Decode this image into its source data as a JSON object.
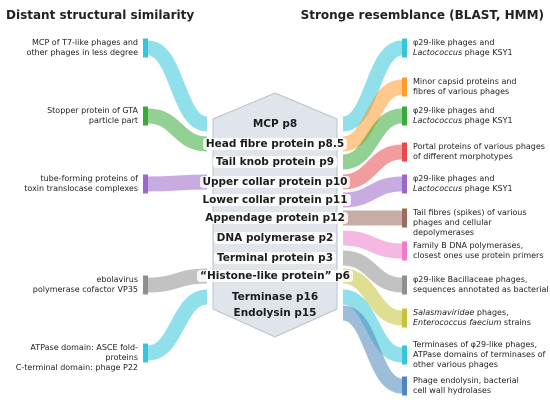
{
  "headers": {
    "left": "Distant structural similarity",
    "right": "Stronge resemblance (BLAST, HMM)"
  },
  "center_proteins": [
    {
      "label": "MCP p8",
      "highlight": false
    },
    {
      "label": "Head fibre protein p8.5",
      "highlight": true
    },
    {
      "label": "Tail knob protein p9",
      "highlight": true
    },
    {
      "label": "Upper collar protein p10",
      "highlight": true
    },
    {
      "label": "Lower collar protein p11",
      "highlight": true
    },
    {
      "label": "Appendage protein p12",
      "highlight": true
    },
    {
      "label": "DNA polymerase p2",
      "highlight": true
    },
    {
      "label": "Terminal protein p3",
      "highlight": true
    },
    {
      "label": "“Histone-like protein” p6",
      "highlight": true
    },
    {
      "label": "Terminase p16",
      "highlight": false
    },
    {
      "label": "Endolysin p15",
      "highlight": false
    }
  ],
  "left_items": [
    {
      "text": "MCP of T7-like phages and\nother phages in less degree",
      "color": "#35c6dc"
    },
    {
      "text": "Stopper protein of GTA\nparticle part",
      "color": "#3aaa3a"
    },
    {
      "text": "tube-forming proteins of\ntoxin translocase complexes",
      "color": "#9b68c9"
    },
    {
      "text": "ebolavirus\npolymerase cofactor VP35",
      "color": "#8f8f8f"
    },
    {
      "text": "ATPase domain: ASCE fold-proteins\nC-terminal  domain: phage P22",
      "color": "#35c6dc"
    }
  ],
  "right_items": [
    {
      "text": "φ29-like phages and\n<i>Lactococcus</i> phage KSY1",
      "color": "#35c6dc"
    },
    {
      "text": "Minor capsid proteins and\nfibres of various phages",
      "color": "#ff9a2e"
    },
    {
      "text": "φ29-like phages and\n<i>Lactococcus</i> phage KSY1",
      "color": "#3aaa3a"
    },
    {
      "text": "Portal proteins of various phages\nof different morphotypes",
      "color": "#e64a4f"
    },
    {
      "text": "φ29-like phages and\n<i>Lactococcus</i> phage KSY1",
      "color": "#9b68c9"
    },
    {
      "text": "Tail fibres (spikes) of various\nphages and cellular depolymerases",
      "color": "#9a6a5e"
    },
    {
      "text": "Family B DNA polymerases,\nclosest ones use protein primers",
      "color": "#f07bcc"
    },
    {
      "text": "φ29-like Bacillaceae phages,\nsequences annotated as bacterial",
      "color": "#8f8f8f"
    },
    {
      "text": "<i>Salasmaviridae</i> phages,\n<i>Enterococcus faecium</i> strains",
      "color": "#c7c33a"
    },
    {
      "text": "Terminases of φ29-like phages,\nATPase domains of terminases of\nother various phages",
      "color": "#35c6dc"
    },
    {
      "text": "Phage endolysin, bacterial\ncell wall hydrolases",
      "color": "#4f86bd"
    }
  ],
  "hexagon_color": "#d6dce6"
}
